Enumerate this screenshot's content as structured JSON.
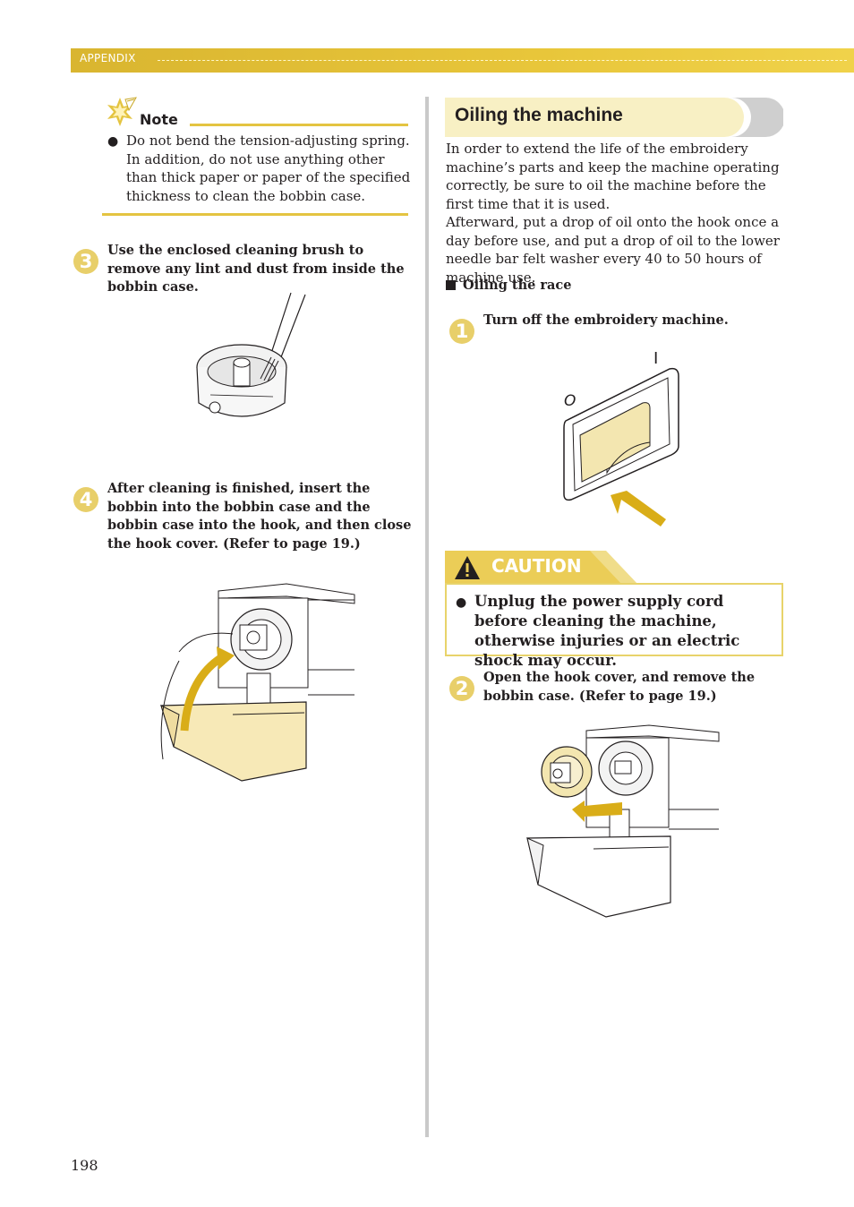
{
  "header": {
    "section_label": "APPENDIX"
  },
  "note": {
    "title": "Note",
    "bullet": "●",
    "text": "Do not bend the tension-adjusting spring. In addition, do not use anything other than thick paper or paper of the specified thickness to clean the bobbin case."
  },
  "left_steps": [
    {
      "number": "3",
      "text": "Use the enclosed cleaning brush to remove any lint and dust from inside the bobbin case."
    },
    {
      "number": "4",
      "text": "After cleaning is finished, insert the bobbin into the bobbin case and the bobbin case into the hook, and then close the hook cover. (Refer to page 19.)"
    }
  ],
  "section": {
    "title": "Oiling the machine",
    "intro_1": "In order to extend the life of the embroidery machine’s parts and keep the machine operating correctly, be sure to oil the machine before the first time that it is used.",
    "intro_2": "Afterward, put a drop of oil onto the hook once a day before use, and put a drop of oil to the lower needle bar felt washer every 40 to 50 hours of machine use.",
    "subheading": "Oiling the race"
  },
  "right_steps": [
    {
      "number": "1",
      "text": "Turn off the embroidery machine."
    },
    {
      "number": "2",
      "text": "Open the hook cover, and remove the bobbin case. (Refer to page 19.)"
    }
  ],
  "switch_labels": {
    "on": "I",
    "off": "O"
  },
  "caution": {
    "title": "CAUTION",
    "bullet": "●",
    "text": "Unplug the power supply cord before cleaning the machine, otherwise injuries or an electric shock may occur."
  },
  "page_number": "198",
  "colors": {
    "accent_gold": "#e4c441",
    "pale_yellow": "#f7efc2",
    "badge": "#e8cf6a"
  }
}
